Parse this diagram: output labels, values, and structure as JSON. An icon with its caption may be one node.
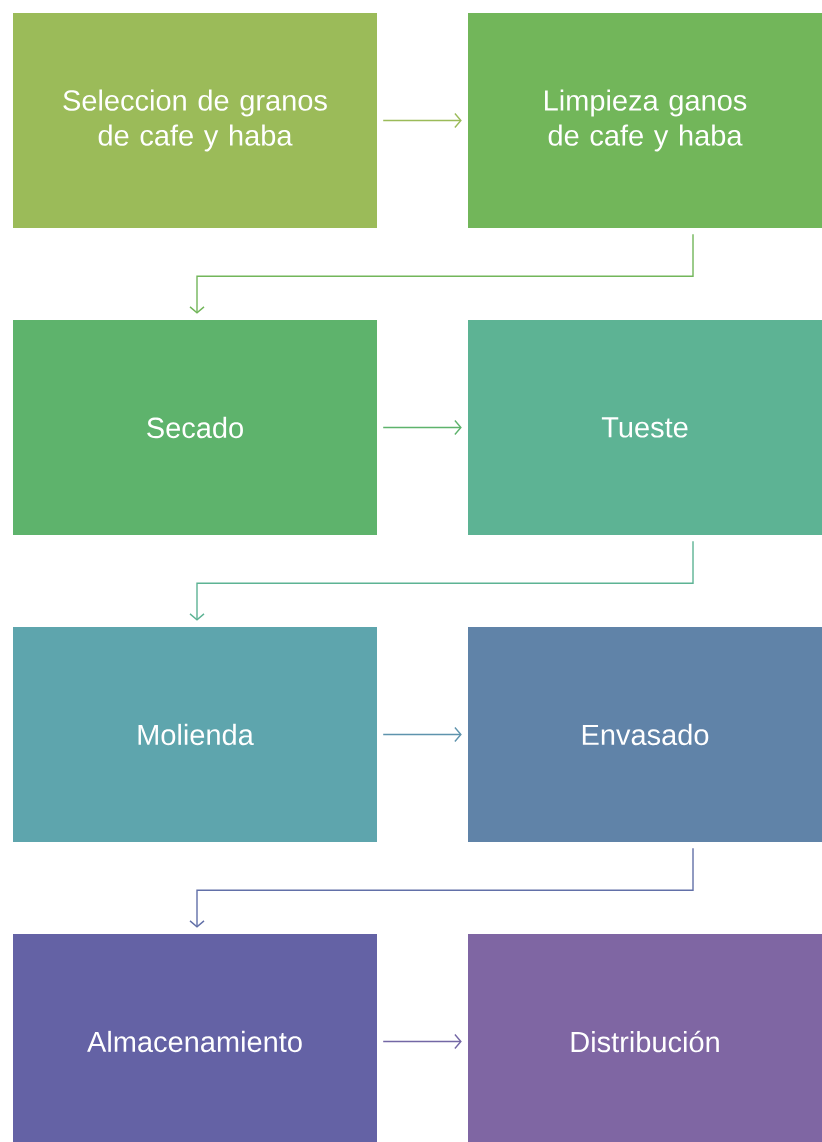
{
  "diagram": {
    "nodes": [
      {
        "text": [
          "Seleccion de granos de cafe y haba"
        ]
      },
      {
        "text": [
          "Limpieza ganos de cafe y haba"
        ]
      },
      {
        "text": [
          "Secado"
        ]
      },
      {
        "text": [
          "Tueste"
        ]
      },
      {
        "text": [
          "Molienda"
        ]
      },
      {
        "text": [
          "Envasado"
        ]
      },
      {
        "text": [
          "Almacenamiento"
        ]
      },
      {
        "text": [
          "Distribución"
        ]
      }
    ],
    "edges": [
      {
        "from": 0,
        "to": 1,
        "arrow": "to",
        "color": "#9bbb59"
      },
      {
        "from": 1,
        "to": 2,
        "arrow": "to",
        "color": "#72b65a"
      },
      {
        "from": 2,
        "to": 3,
        "arrow": "to",
        "color": "#5eb36c"
      },
      {
        "from": 3,
        "to": 4,
        "arrow": "to",
        "color": "#5db394"
      },
      {
        "from": 4,
        "to": 5,
        "arrow": "to",
        "color": "#5e93ad"
      },
      {
        "from": 5,
        "to": 6,
        "arrow": "to",
        "color": "#6270a8"
      },
      {
        "from": 6,
        "to": 7,
        "arrow": "to",
        "color": "#7367a5"
      }
    ]
  }
}
